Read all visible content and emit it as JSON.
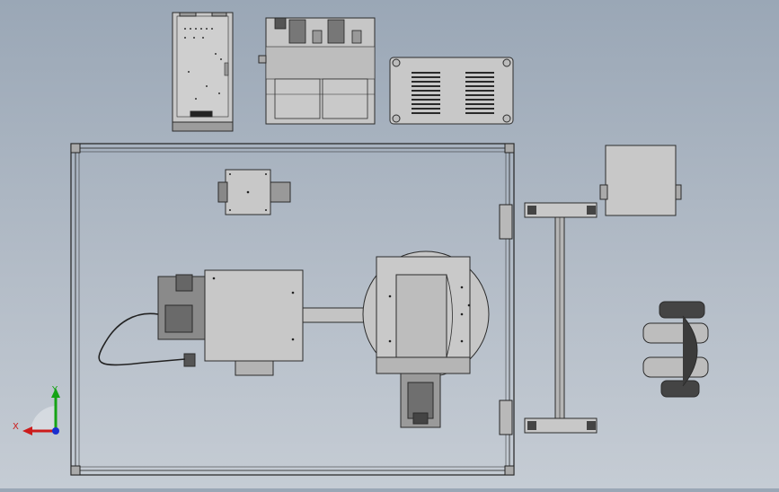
{
  "app": {
    "viewport_background": "gradient-blue-grey"
  },
  "colors": {
    "part_fill": "#c6c6c6",
    "part_dark": "#8e8e8e",
    "edge": "#2b2b2b",
    "axis_x": "#cc1b1b",
    "axis_y": "#15a315",
    "axis_z": "#1a2fd0"
  },
  "triad": {
    "x_label": "X",
    "y_label": "Y"
  },
  "components": [
    "electrical-cabinet",
    "robot-controller",
    "vented-power-unit",
    "fence-frame",
    "fixture-plate",
    "robot-arm",
    "rotary-positioner",
    "gantry-rail",
    "side-panel",
    "teach-pendant"
  ]
}
